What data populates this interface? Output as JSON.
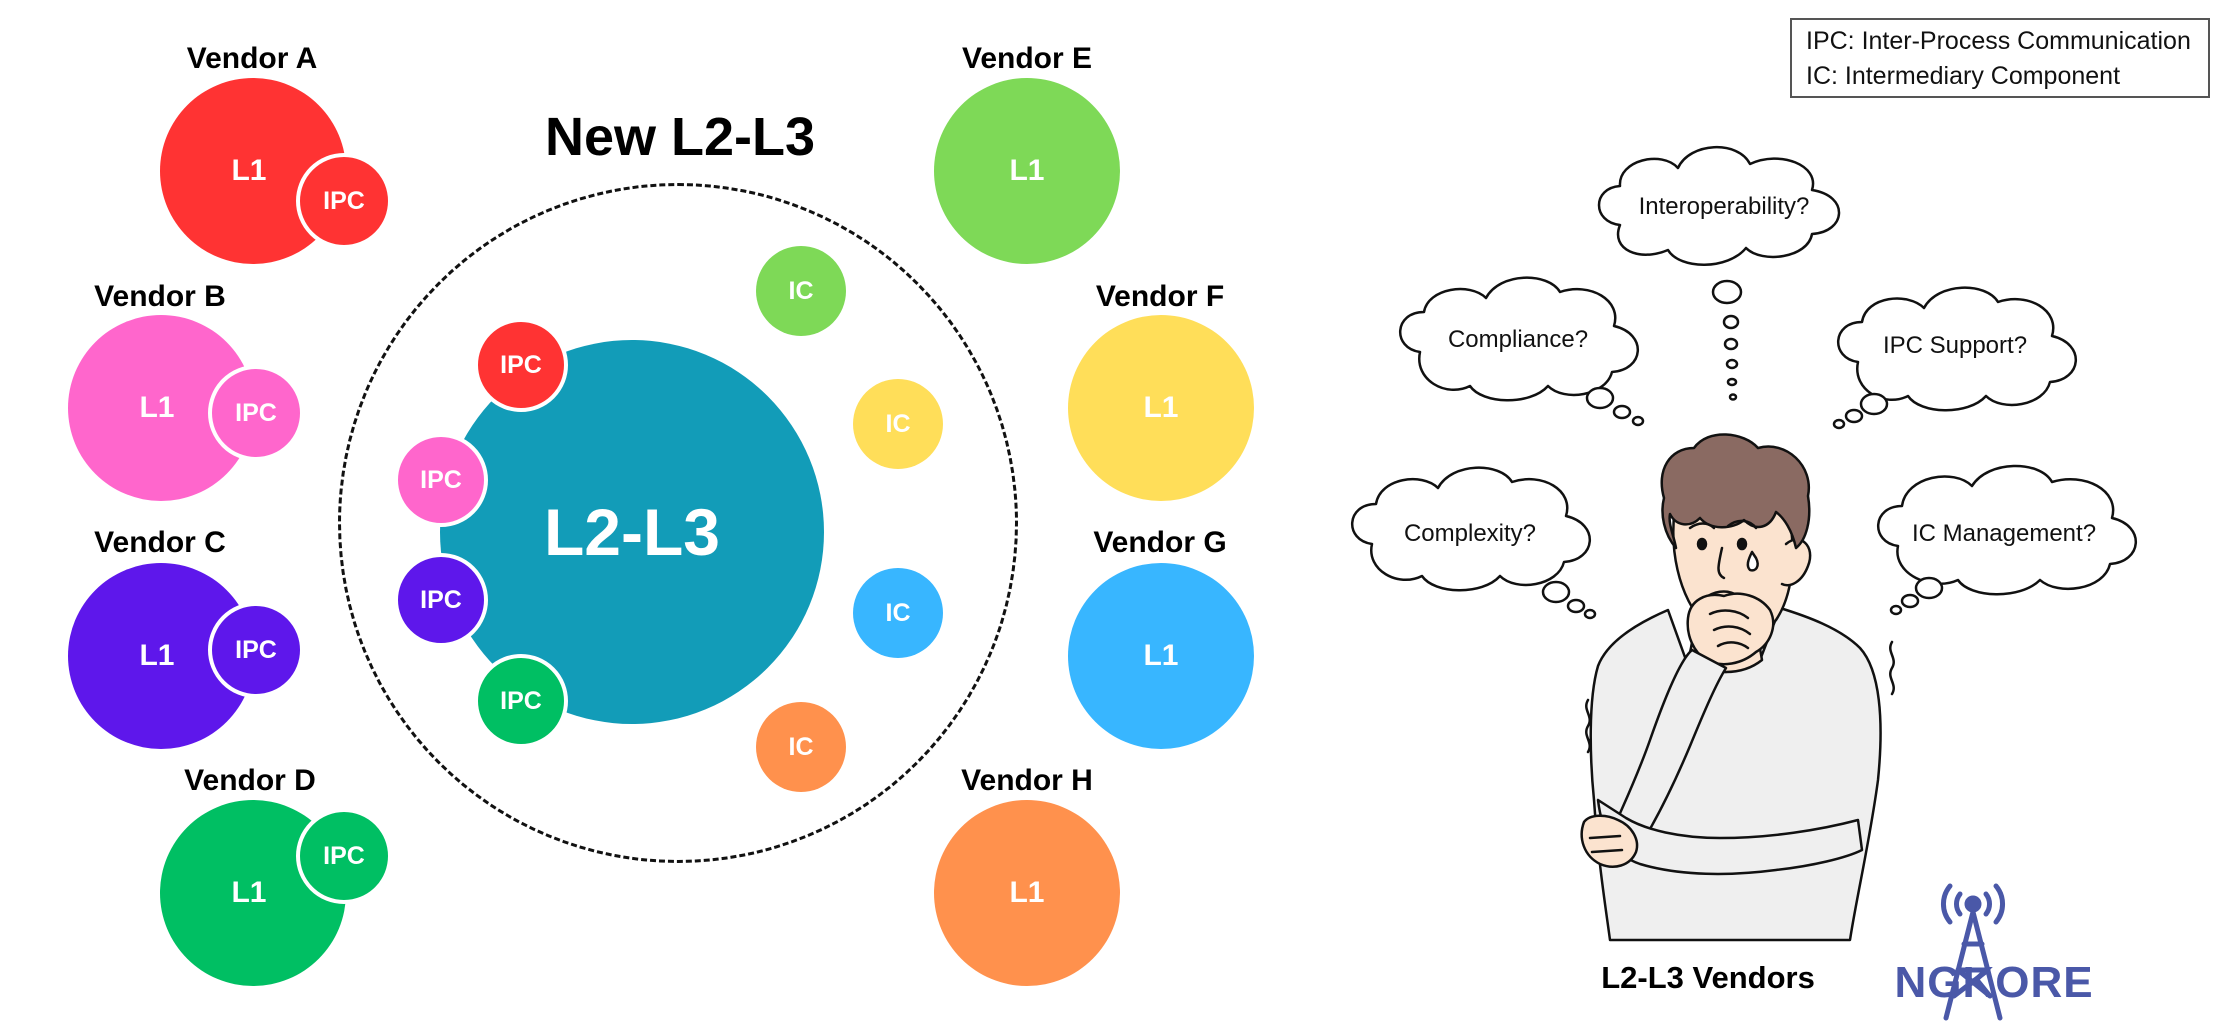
{
  "legend": {
    "line1": "IPC: Inter-Process Communication",
    "line2": "IC: Intermediary Component"
  },
  "title": "New L2-L3",
  "center_label": "L2-L3",
  "vendors_left": [
    {
      "name": "Vendor A",
      "l1": "L1",
      "ipc": "IPC",
      "color": "#ff3333"
    },
    {
      "name": "Vendor B",
      "l1": "L1",
      "ipc": "IPC",
      "color": "#ff66cc"
    },
    {
      "name": "Vendor C",
      "l1": "L1",
      "ipc": "IPC",
      "color": "#5e17eb"
    },
    {
      "name": "Vendor D",
      "l1": "L1",
      "ipc": "IPC",
      "color": "#00bf63"
    }
  ],
  "vendors_right": [
    {
      "name": "Vendor E",
      "l1": "L1",
      "color": "#7ed957"
    },
    {
      "name": "Vendor F",
      "l1": "L1",
      "color": "#ffde59"
    },
    {
      "name": "Vendor G",
      "l1": "L1",
      "color": "#38b6ff"
    },
    {
      "name": "Vendor H",
      "l1": "L1",
      "color": "#ff914d"
    }
  ],
  "center_ipc": [
    "IPC",
    "IPC",
    "IPC",
    "IPC"
  ],
  "center_ic": [
    "IC",
    "IC",
    "IC",
    "IC"
  ],
  "thoughts": {
    "interoperability": "Interoperability?",
    "compliance": "Compliance?",
    "ipc_support": "IPC Support?",
    "complexity": "Complexity?",
    "ic_management": "IC Management?"
  },
  "bottom_label": "L2-L3 Vendors",
  "logo": "NGKORE",
  "colors": {
    "center": "#129cb8",
    "logo": "#4a58a8"
  }
}
